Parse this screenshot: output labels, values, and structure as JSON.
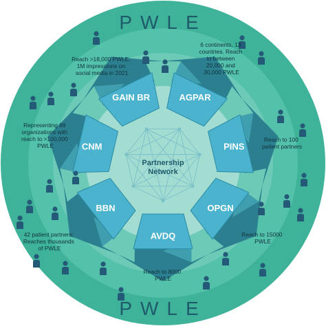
{
  "title_top": "PWLE",
  "title_bottom": "PWLE",
  "center": {
    "line1": "Partnership",
    "line2": "Network"
  },
  "nodes": [
    "GAIN BR",
    "AGPAR",
    "PINS",
    "OPGN",
    "AVDQ",
    "BBN",
    "CNM"
  ],
  "annotations": {
    "gain_br": [
      "Reach >18,000 PWLE.",
      "1M impressions on",
      "social media in 2021"
    ],
    "agpar": [
      "6 continents, 13",
      "countries. Reach",
      "to between",
      "20,000 and",
      "30,000 PWLE"
    ],
    "cnm": [
      "Representing 89",
      "organizations with",
      "reach to >100,000",
      "PWLE"
    ],
    "pins": [
      "Reach to 100",
      "patient partners"
    ],
    "bbn": [
      "42 patient partners;",
      "Reaches thousands",
      "of PWLE"
    ],
    "opgn": [
      "Reach to 15000",
      "PWLE"
    ],
    "avdq": [
      "Reach to 8000",
      "PWLE"
    ]
  },
  "colors": {
    "outer_ring": "#3eb39a",
    "middle_ring": "#54c1aa",
    "inner_ring": "#7dd1c1",
    "core": "#a3ddd2",
    "node_fill": "#4bb3cd",
    "node_edge": "#2a8ba7",
    "arrow_dark": "#2c7f8f",
    "person": "#245a78",
    "title": "#1f5a6b"
  }
}
